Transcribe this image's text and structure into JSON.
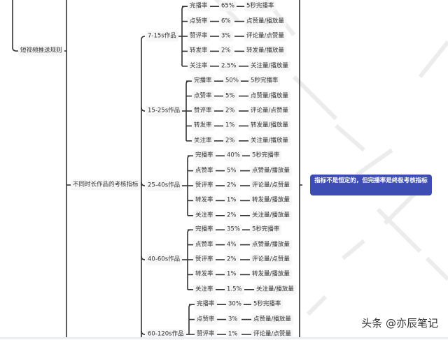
{
  "root_nodes": {
    "push_rules": "短视频推送规则",
    "duration_metrics": "不同时长作品的考核指标"
  },
  "groups": [
    {
      "label": "7-15s作品",
      "rows": [
        {
          "metric": "完播率",
          "value": "65%",
          "formula": "5秒完播率"
        },
        {
          "metric": "点赞率",
          "value": "6%",
          "formula": "点赞量/播放量"
        },
        {
          "metric": "赞评率",
          "value": "3%",
          "formula": "评论量/点赞量"
        },
        {
          "metric": "转发率",
          "value": "2%",
          "formula": "转发量/播放量"
        },
        {
          "metric": "关注率",
          "value": "2.5%",
          "formula": "关注量/播放量"
        }
      ]
    },
    {
      "label": "15-25s作品",
      "rows": [
        {
          "metric": "完播率",
          "value": "50%",
          "formula": "5秒完播率"
        },
        {
          "metric": "点赞率",
          "value": "5%",
          "formula": "点赞量/播放量"
        },
        {
          "metric": "赞评率",
          "value": "2%",
          "formula": "评论量/点赞量"
        },
        {
          "metric": "转发率",
          "value": "1%",
          "formula": "转发量/播放量"
        },
        {
          "metric": "关注率",
          "value": "2%",
          "formula": "关注量/播放量"
        }
      ]
    },
    {
      "label": "25-40s作品",
      "rows": [
        {
          "metric": "完播率",
          "value": "40%",
          "formula": "5秒完播率"
        },
        {
          "metric": "点赞率",
          "value": "5%",
          "formula": "点赞量/播放量"
        },
        {
          "metric": "赞评率",
          "value": "2%",
          "formula": "评论量/点赞量"
        },
        {
          "metric": "转发率",
          "value": "1%",
          "formula": "转发量/播放量"
        },
        {
          "metric": "关注率",
          "value": "2%",
          "formula": "关注量/播放量"
        }
      ]
    },
    {
      "label": "40-60s作品",
      "rows": [
        {
          "metric": "完播率",
          "value": "35%",
          "formula": "5秒完播率"
        },
        {
          "metric": "点赞率",
          "value": "4%",
          "formula": "点赞量/播放量"
        },
        {
          "metric": "赞评率",
          "value": "2%",
          "formula": "评论量/点赞量"
        },
        {
          "metric": "转发率",
          "value": "1%",
          "formula": "转发量/播放量"
        },
        {
          "metric": "关注率",
          "value": "1.5%",
          "formula": "关注量/播放量"
        }
      ]
    },
    {
      "label": "60-120s作品",
      "rows": [
        {
          "metric": "完播率",
          "value": "30%",
          "formula": "5秒完播率"
        },
        {
          "metric": "点赞率",
          "value": "3%",
          "formula": "点赞量/播放量"
        },
        {
          "metric": "赞评率",
          "value": "1%",
          "formula": "评论量/点赞量"
        }
      ]
    }
  ],
  "callout": "指标不是恒定的，但完播率是终极考核指标",
  "callout_color": "#3d4db3",
  "watermark": "头条 @亦辰笔记"
}
